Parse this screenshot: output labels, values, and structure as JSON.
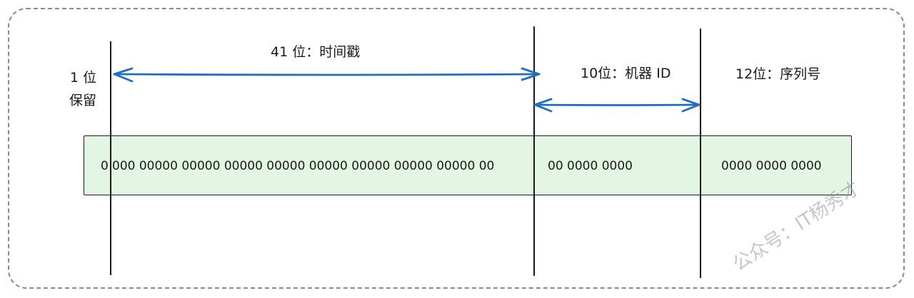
{
  "labels": {
    "reserved_line1": "1 位",
    "reserved_line2": "保留",
    "timestamp": "41 位：时间戳",
    "machine_id": "10位：机器 ID",
    "sequence": "12位：序列号"
  },
  "bits": {
    "reserved": "0",
    "timestamp": "000 00000 00000 00000 00000 00000 00000 00000 00000 00",
    "machine_id": "00 0000 0000",
    "sequence": "0000 0000 0000"
  },
  "colors": {
    "bar_fill": "#e3f6e4",
    "arrow": "#1f6fbf",
    "border": "#8a8a8a"
  },
  "watermark": "公众号：IT杨秀才"
}
